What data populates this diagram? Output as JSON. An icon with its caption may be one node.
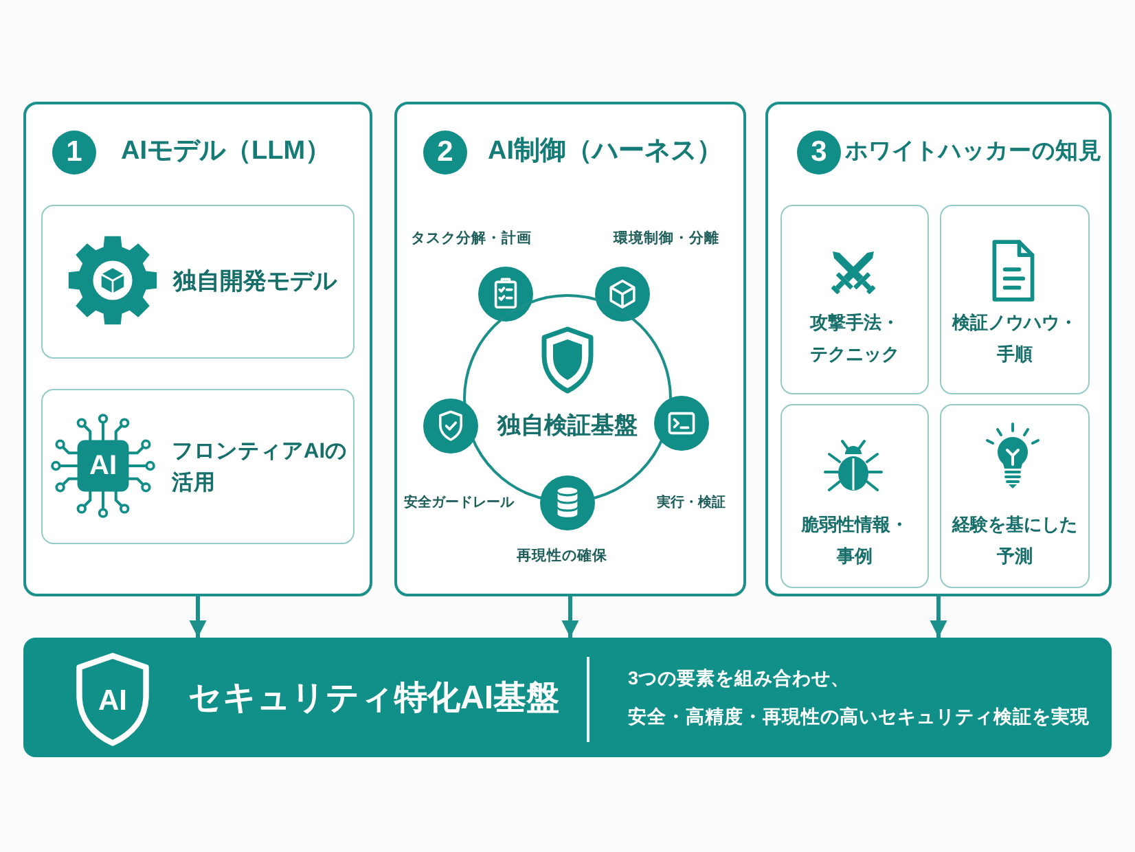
{
  "diagram": {
    "nodes": [
      {
        "text": [
          "1",
          "AIモデル（LLM）"
        ]
      },
      {
        "text": [
          "独自開発モデル"
        ],
        "in": 0
      },
      {
        "text": [
          "AI",
          "フロンティアAIの活用"
        ],
        "in": 0
      },
      {
        "text": [
          "2",
          "AI制御（ハーネス）"
        ]
      },
      {
        "text": [],
        "shape": "circle",
        "beside": [
          "タスク分解・計画"
        ],
        "in": 3
      },
      {
        "text": [],
        "shape": "circle",
        "beside": [
          "環境制御・分離"
        ],
        "in": 3
      },
      {
        "text": [
          "独自検証基盤"
        ],
        "in": 3
      },
      {
        "text": [],
        "shape": "circle",
        "in": 3
      },
      {
        "text": [],
        "shape": "circle",
        "in": 3
      },
      {
        "text": [],
        "shape": "circle",
        "beside": [
          "再現性の確保"
        ],
        "in": 3
      },
      {
        "text": [
          "3",
          "ホワイトハッカーの知見"
        ]
      },
      {
        "text": [
          "攻撃手法・テクニック"
        ],
        "in": 10
      },
      {
        "text": [
          "検証ノウハウ・手順"
        ],
        "in": 10
      },
      {
        "text": [
          "脆弱性情報・事例"
        ],
        "in": 10
      },
      {
        "text": [
          "経験を基にした予測"
        ],
        "in": 10
      },
      {
        "text": [
          "AI",
          "セキュリティ特化AI基盤",
          "3つの要素を組み合わせ、安全・高精度・再現性の高いセキュリティ検証を実現"
        ]
      }
    ],
    "edges": [
      {
        "from": 0,
        "to": 15,
        "arrow": "to"
      },
      {
        "from": 3,
        "to": 15,
        "arrow": "to"
      },
      {
        "from": 10,
        "to": 15,
        "arrow": "to"
      }
    ],
    "labels": [
      "安全ガードレール",
      "実行・検証"
    ]
  }
}
